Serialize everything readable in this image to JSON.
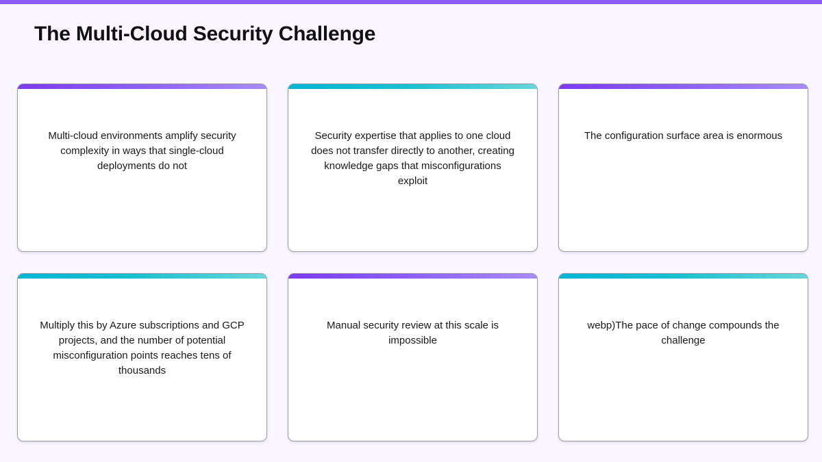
{
  "theme": {
    "top_bar_color": "#8b5cf6",
    "background_color": "#faf6ff",
    "card_background": "#ffffff",
    "card_border_color": "#9a9aa2",
    "accent_purple_from": "#7c3aed",
    "accent_purple_to": "#a78bfa",
    "accent_teal_from": "#06b6d4",
    "accent_teal_to": "#67d6d9",
    "text_color": "#181818",
    "title_color": "#111114"
  },
  "header": {
    "title": "The Multi-Cloud Security Challenge"
  },
  "cards": [
    {
      "accent": "purple",
      "text": "Multi-cloud environments amplify security complexity in ways that single-cloud deployments do not"
    },
    {
      "accent": "teal",
      "text": "Security expertise that applies to one cloud does not transfer directly to another, creating knowledge gaps that misconfigurations exploit"
    },
    {
      "accent": "purple",
      "text": "The configuration surface area is enormous"
    },
    {
      "accent": "teal",
      "text": "Multiply this by Azure subscriptions and GCP projects, and the number of potential misconfiguration points reaches tens of thousands"
    },
    {
      "accent": "purple",
      "text": "Manual security review at this scale is impossible"
    },
    {
      "accent": "teal",
      "text": "webp)The pace of change compounds the challenge"
    }
  ]
}
